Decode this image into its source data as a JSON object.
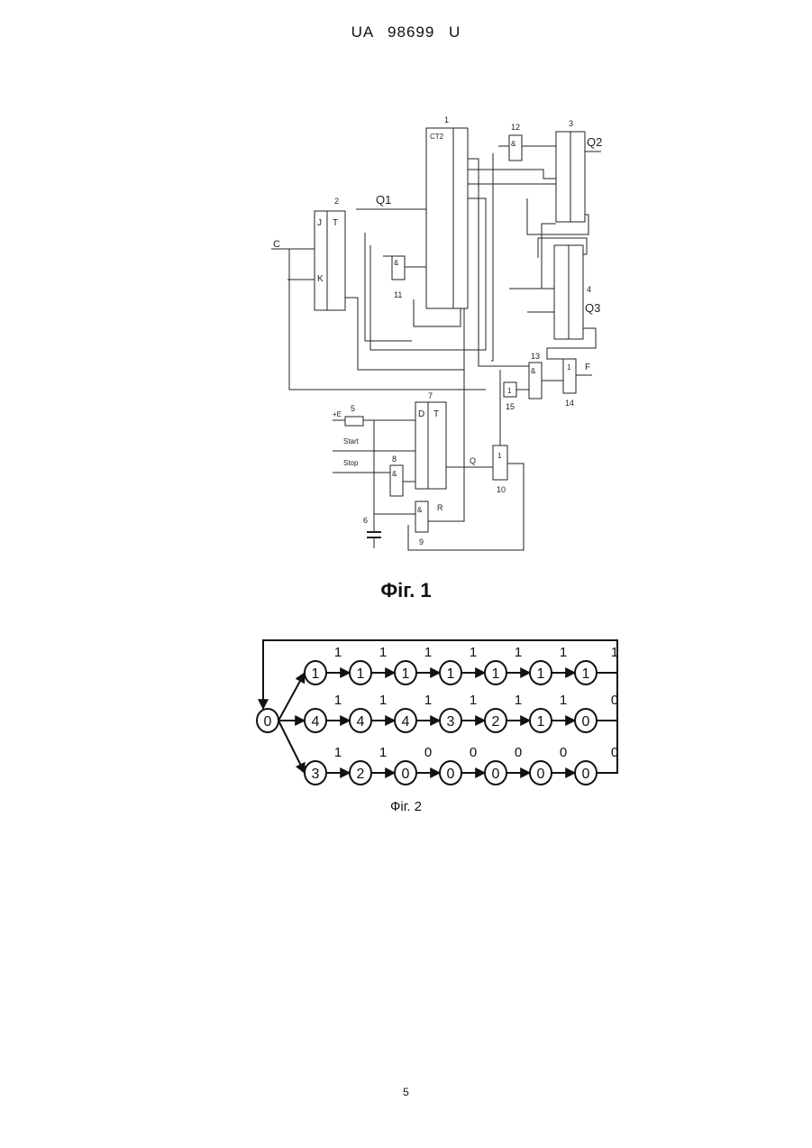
{
  "header": {
    "patent": "UA 98699 U"
  },
  "fig1": {
    "caption": "Фіг. 1",
    "labels": {
      "n1": "1",
      "n2": "2",
      "n3": "3",
      "n4": "4",
      "n5": "5",
      "n6": "6",
      "n7": "7",
      "n8": "8",
      "n9": "9",
      "n10": "10",
      "n11": "11",
      "n12": "12",
      "n13": "13",
      "n14": "14",
      "n15": "15",
      "ct2": "CT2",
      "q1": "Q1",
      "q2": "Q2",
      "q3": "Q3",
      "c": "C",
      "f": "F",
      "q": "Q",
      "r_bar": "R",
      "plus_e": "+E",
      "start": "Start",
      "stop": "Stop",
      "j": "J",
      "k": "K",
      "t": "T",
      "d": "D",
      "and": "&",
      "or": "1"
    }
  },
  "fig2": {
    "caption": "Фіг. 2",
    "start_state": "0",
    "rows": [
      {
        "states": [
          "1",
          "1",
          "1",
          "1",
          "1",
          "1",
          "1"
        ],
        "edges": [
          "1",
          "1",
          "1",
          "1",
          "1",
          "1",
          "1"
        ],
        "loop": "1"
      },
      {
        "states": [
          "4",
          "4",
          "4",
          "3",
          "2",
          "1",
          "0"
        ],
        "edges": [
          "1",
          "1",
          "1",
          "1",
          "1",
          "1"
        ],
        "loop": "0"
      },
      {
        "states": [
          "3",
          "2",
          "0",
          "0",
          "0",
          "0",
          "0"
        ],
        "edges": [
          "1",
          "1",
          "0",
          "0",
          "0",
          "0"
        ],
        "loop": "0"
      }
    ]
  },
  "footer": {
    "page_number": "5"
  }
}
